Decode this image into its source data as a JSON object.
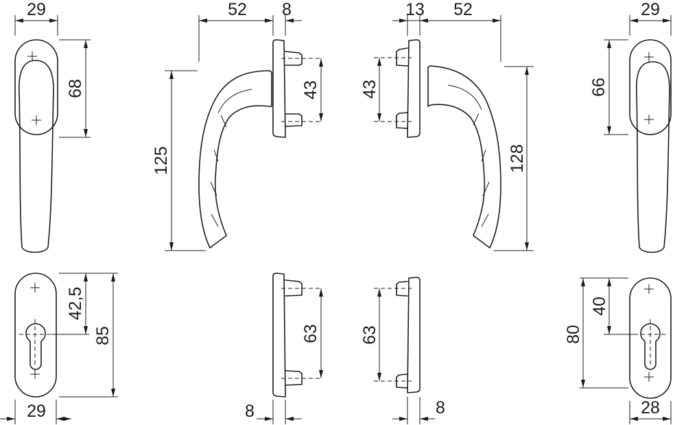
{
  "title": "Window handle dimension drawing",
  "dimensions": {
    "front_left_width": "29",
    "front_left_height": "68",
    "rosette_left_top_to_keyhole": "42,5",
    "rosette_left_height": "85",
    "rosette_left_width": "29",
    "side_left_projection": "52",
    "side_left_plate": "8",
    "side_left_height": "125",
    "side_left_pins": "43",
    "side_left_bottom_pins": "63",
    "side_left_bottom_plate": "8",
    "side_right_plate": "13",
    "side_right_projection": "52",
    "side_right_pins": "43",
    "side_right_height": "128",
    "side_right_bottom_pins": "63",
    "side_right_bottom_plate": "8",
    "front_right_width": "29",
    "front_right_height": "66",
    "rosette_right_top_to_keyhole": "40",
    "rosette_right_height": "80",
    "rosette_right_width": "28"
  }
}
